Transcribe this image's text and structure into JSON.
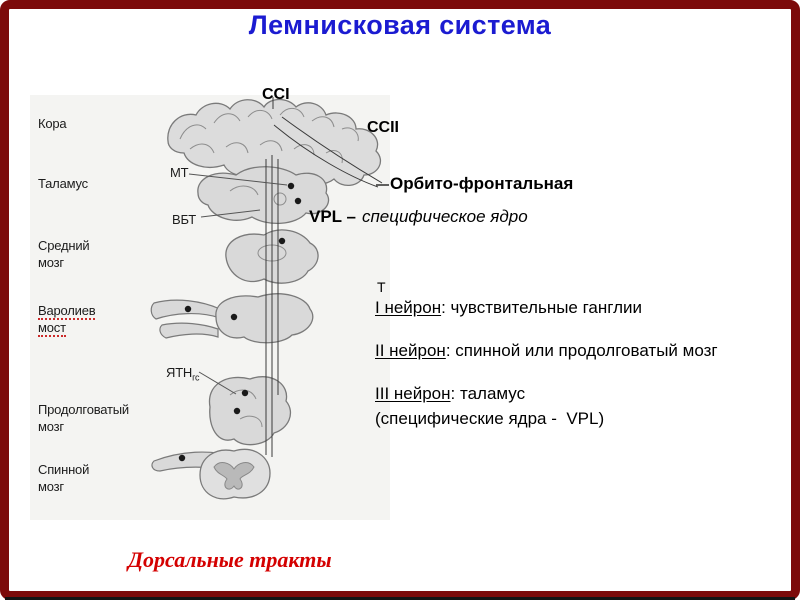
{
  "slide": {
    "title": "Лемнисковая система",
    "footer": "Дорсальные тракты"
  },
  "annotations": {
    "cci": "CCI",
    "ccii": "CCII",
    "orbito_frontal": "Орбито-фронтальная",
    "vpl_label": "VPL –",
    "vpl_desc": "специфическое ядро",
    "stray_t": "Т"
  },
  "neuron_notes": [
    {
      "term": "I нейрон",
      "desc": ": чувствительные ганглии",
      "extra": ""
    },
    {
      "term": "II нейрон",
      "desc": ": спинной или продолговатый мозг",
      "extra": ""
    },
    {
      "term": "III нейрон",
      "desc": ": таламус",
      "extra": "(специфические ядра -  VPL)"
    }
  ],
  "diagram": {
    "labels": {
      "cortex": "Кора",
      "thalamus": "Таламус",
      "midbrain_1": "Средний",
      "midbrain_2": "мозг",
      "pons_1": "Варолиев",
      "pons_2": "мост",
      "medulla_1": "Продолговатый",
      "medulla_2": "мозг",
      "spinal_1": "Спинной",
      "spinal_2": "мозг",
      "mt": "МТ",
      "vbt": "ВБТ",
      "yatn": "ЯТН",
      "yatn_sub": "гс"
    }
  },
  "colors": {
    "title_blue": "#1b1bd1",
    "footer_red": "#d40000",
    "frame_maroon": "#7c0a0a",
    "figure_gray": "#f4f4f2"
  }
}
